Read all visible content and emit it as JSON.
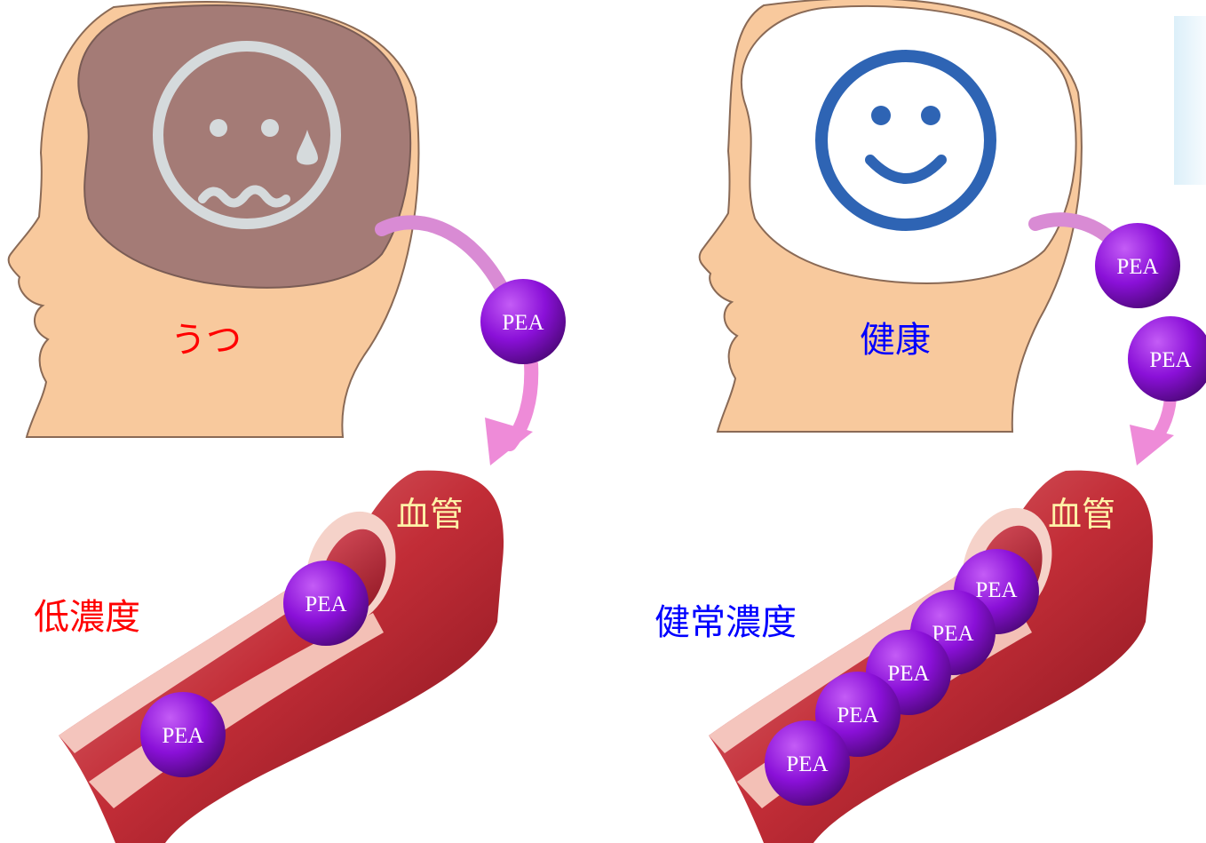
{
  "left_panel": {
    "state_label": "うつ",
    "concentration_label": "低濃度",
    "vessel_label": "血管",
    "face_icon": "sad-face-with-tear-icon",
    "pea_labels": [
      "PEA",
      "PEA",
      "PEA"
    ]
  },
  "right_panel": {
    "state_label": "健康",
    "concentration_label": "健常濃度",
    "vessel_label": "血管",
    "face_icon": "smiling-face-icon",
    "pea_labels": [
      "PEA",
      "PEA",
      "PEA",
      "PEA",
      "PEA",
      "PEA",
      "PEA"
    ]
  },
  "colors": {
    "depressed_label": "#ff0000",
    "healthy_label": "#0000ff",
    "vessel_label": "#fff2a8",
    "pea_molecule": "#8a10d8",
    "skin": "#f8c99d",
    "brain_depressed": "#a47b76",
    "brain_healthy": "#ffffff",
    "smile_face": "#2e64b4",
    "sad_face": "#d5dadc",
    "transport_arrow": "#ee8bd8",
    "vessel_wall": "#c92d3a"
  }
}
